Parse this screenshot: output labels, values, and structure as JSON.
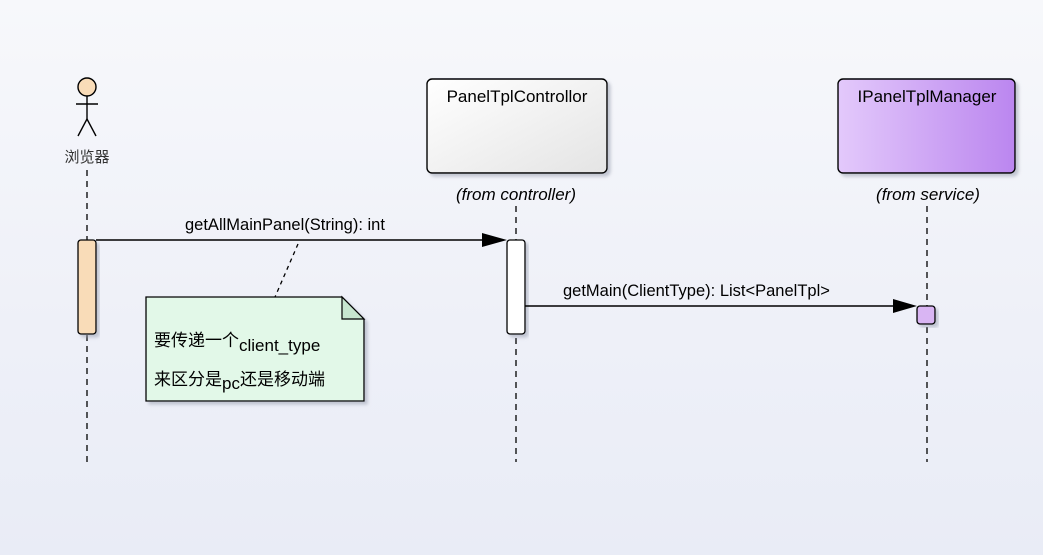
{
  "actor": {
    "name": "浏览器",
    "head_color": "#f9dcb8"
  },
  "participants": [
    {
      "name": "PanelTplControllor",
      "from": "(from controller)",
      "fill": "#ffffff"
    },
    {
      "name": "IPanelTplManager",
      "from": "(from service)",
      "fill": "#d8b8f5"
    }
  ],
  "messages": [
    {
      "label": "getAllMainPanel(String): int"
    },
    {
      "label": "getMain(ClientType): List<PanelTpl>"
    }
  ],
  "note": {
    "line1_zh": "要传递一个",
    "line1_en": "client_type",
    "line2_zh_a": "来区分是",
    "line2_en": "pc",
    "line2_zh_b": "还是移动端",
    "fill": "#e2f8e8"
  },
  "colors": {
    "actor_activation": "#f9dcb8",
    "controller_activation": "#ffffff",
    "manager_activation": "#d9b5f3",
    "line": "#000000"
  }
}
